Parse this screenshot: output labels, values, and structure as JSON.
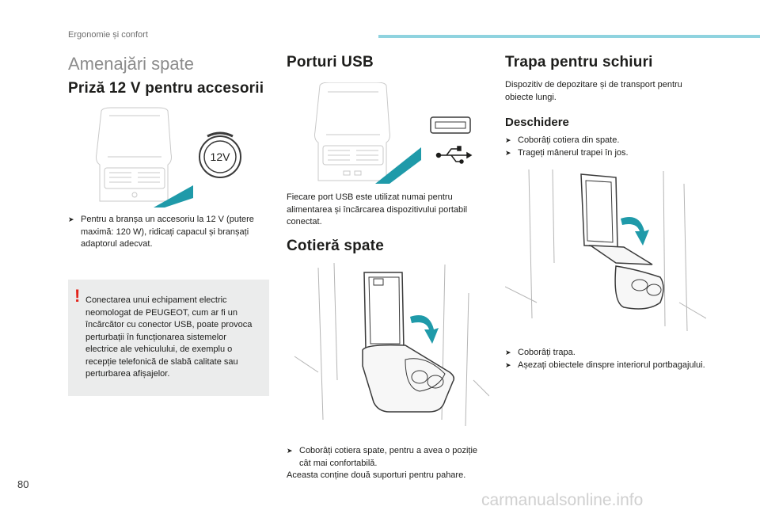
{
  "header": {
    "section": "Ergonomie și confort"
  },
  "col1": {
    "title": "Amenajări spate",
    "heading": "Priză 12 V pentru accesorii",
    "socket_label": "12V",
    "bullet": "Pentru a branșa un accesoriu la 12 V (putere maximă: 120 W), ridicați capacul și branșați adaptorul adecvat.",
    "warning": "Conectarea unui echipament electric neomologat de PEUGEOT, cum ar fi un încărcător cu conector USB, poate provoca perturbații în funcționarea sistemelor electrice ale vehiculului, de exemplu o recepție telefonică de slabă calitate sau perturbarea afișajelor."
  },
  "col2": {
    "heading_usb": "Porturi USB",
    "usb_text": "Fiecare port USB este utilizat numai pentru alimentarea și încărcarea dispozitivului portabil conectat.",
    "heading_armrest": "Cotieră spate",
    "bullet": "Coborâți cotiera spate, pentru a avea o poziție cât mai confortabilă.",
    "note": "Aceasta conține două suporturi pentru pahare."
  },
  "col3": {
    "heading": "Trapa pentru schiuri",
    "intro": "Dispozitiv de depozitare și de transport pentru obiecte lungi.",
    "subheading": "Deschidere",
    "steps_a": [
      "Coborâți cotiera din spate.",
      "Trageți mânerul trapei în jos."
    ],
    "steps_b": [
      "Coborâți trapa.",
      "Așezați obiectele dinspre interiorul portbagajului."
    ]
  },
  "footer": {
    "page_number": "80",
    "watermark": "carmanualsonline.info"
  },
  "colors": {
    "accent": "#1f9aa9",
    "header_bar": "#8fd3df",
    "warning": "#e2231a",
    "box": "#ebecec"
  },
  "icons": [
    "bullet-arrow-icon",
    "warning-exclamation-icon",
    "usb-symbol-icon",
    "rotate-arrow-icon"
  ]
}
